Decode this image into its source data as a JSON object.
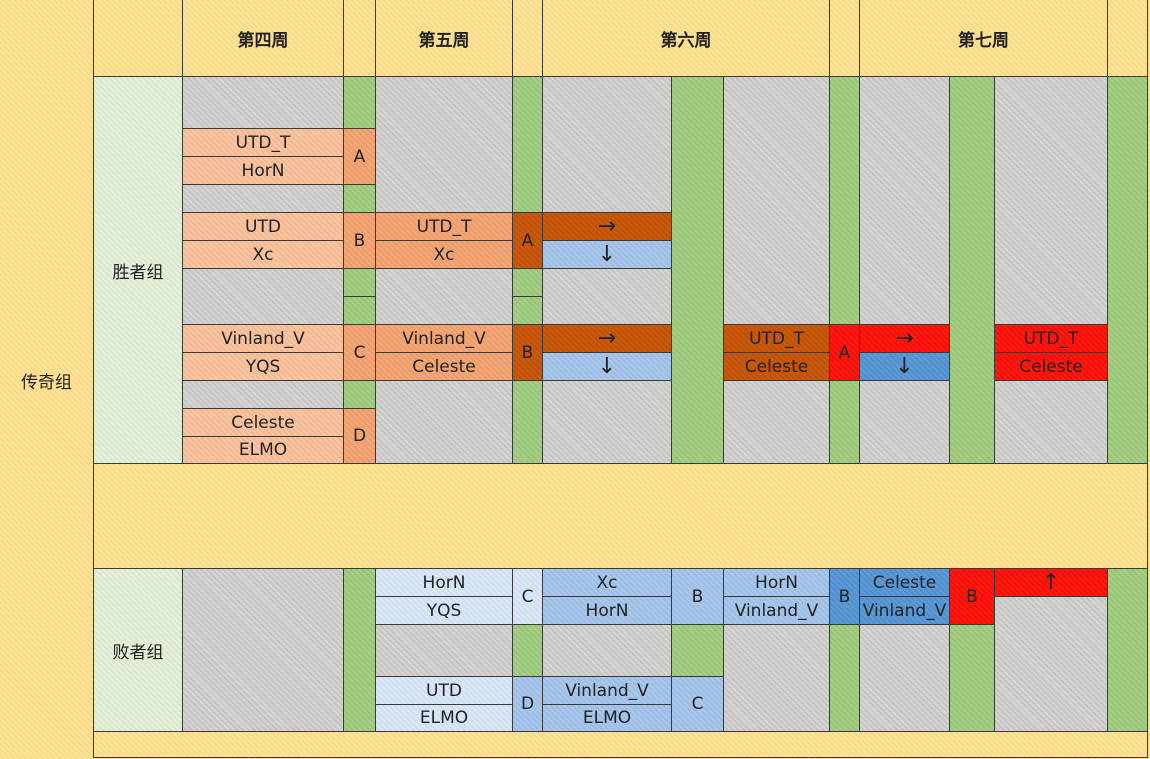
{
  "headers": {
    "week4": "第四周",
    "week5": "第五周",
    "week6": "第六周",
    "week7": "第七周"
  },
  "labels": {
    "legend_group": "传奇组",
    "winners": "胜者组",
    "losers": "败者组"
  },
  "teams": {
    "w4_a1": "UTD_T",
    "w4_a2": "HorN",
    "w4_b1": "UTD",
    "w4_b2": "Xc",
    "w4_c1": "Vinland_V",
    "w4_c2": "YQS",
    "w4_d1": "Celeste",
    "w4_d2": "ELMO",
    "w5_a1": "UTD_T",
    "w5_a2": "Xc",
    "w5_b1": "Vinland_V",
    "w5_b2": "Celeste",
    "w6_w1": "UTD_T",
    "w6_w2": "Celeste",
    "w7_w1": "UTD_T",
    "w7_w2": "Celeste",
    "l5_c1": "HorN",
    "l5_c2": "YQS",
    "l5_d1": "UTD",
    "l5_d2": "ELMO",
    "l6_b1": "Xc",
    "l6_b2": "HorN",
    "l6_c1": "Vinland_V",
    "l6_c2": "ELMO",
    "l6_r1": "HorN",
    "l6_r2": "Vinland_V",
    "l7_b1": "Celeste",
    "l7_b2": "Vinland_V"
  },
  "match_labels": {
    "A": "A",
    "B": "B",
    "C": "C",
    "D": "D"
  },
  "arrows": {
    "right": "→",
    "down": "↓",
    "up": "↑"
  },
  "colors": {
    "header_yellow": "#fde39a",
    "group_label_green": "#e6f0da",
    "empty_gray": "#d6d3d3",
    "spacer_green": "#a6cf86",
    "peach": "#f7c6a5",
    "peach_dark": "#f2a97a",
    "burnt_orange": "#c9590d",
    "red": "#ff1a12",
    "light_blue": "#dbe8f6",
    "mid_blue": "#aac8eb",
    "blue": "#5e9bd6"
  }
}
